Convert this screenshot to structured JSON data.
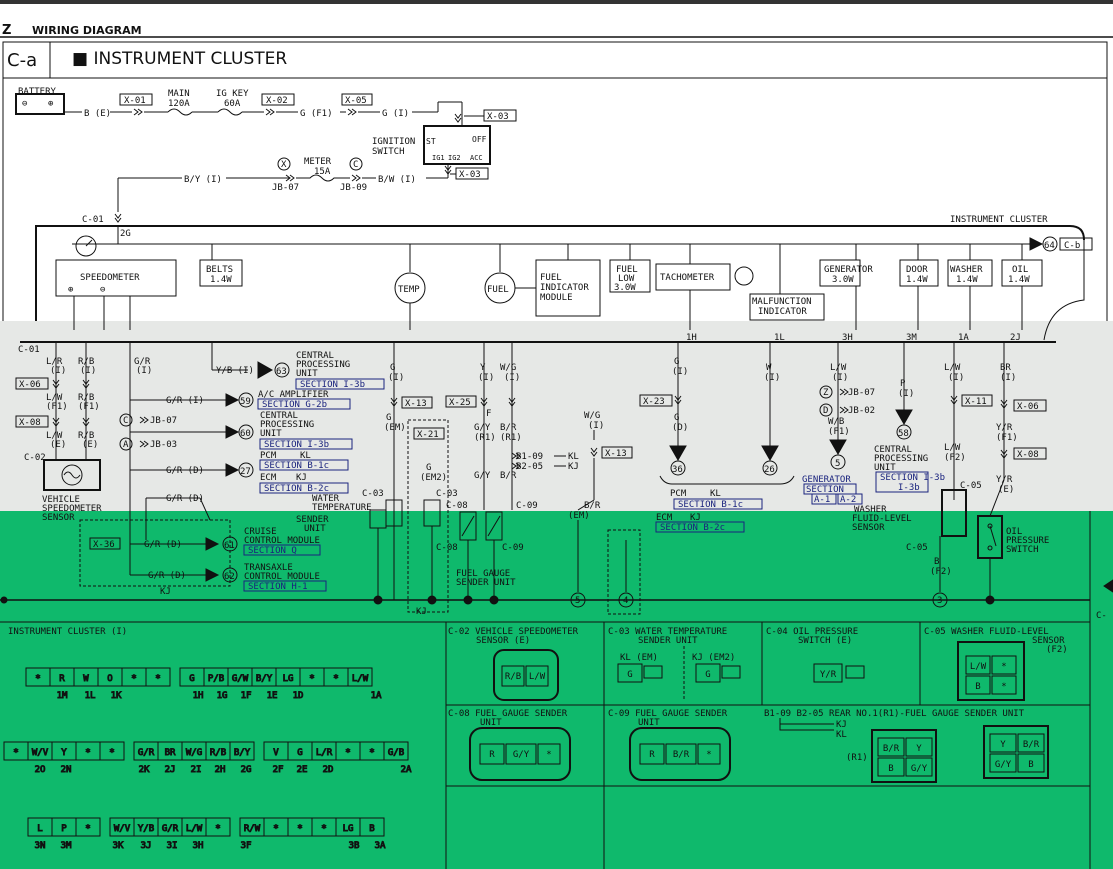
{
  "header": {
    "letter": "Z",
    "title": "WIRING DIAGRAM",
    "section_code": "C-a",
    "section_title": "■ INSTRUMENT CLUSTER"
  },
  "power": {
    "battery": "BATTERY",
    "b_e": "B (E)",
    "x01": "X-01",
    "main": "MAIN",
    "main_val": "120A",
    "igkey": "IG KEY",
    "igkey_val": "60A",
    "x02": "X-02",
    "g_f1": "G (F1)",
    "x05": "X-05",
    "g_i": "G (I)",
    "x03a": "X-03",
    "ign1": "IGNITION",
    "ign2": "SWITCH",
    "st": "ST",
    "off": "OFF",
    "ig1": "IG1",
    "ig2": "IG2",
    "acc": "ACC",
    "x03b": "X-03",
    "by_i": "B/Y (I)",
    "bw_i": "B/W (I)",
    "x_circle": "X",
    "c_circle": "C",
    "meter": "METER",
    "meter_val": "15A",
    "jb07": "JB-07",
    "jb09": "JB-09"
  },
  "cluster": {
    "c01": "C-01",
    "p2g": "2G",
    "label": "INSTRUMENT CLUSTER",
    "n64": "64",
    "cb": "C-b",
    "speedo": "SPEEDOMETER",
    "belts": "BELTS",
    "belts_w": "1.4W",
    "temp": "TEMP",
    "fuel": "FUEL",
    "fim1": "FUEL",
    "fim2": "INDICATOR",
    "fim3": "MODULE",
    "fl1": "FUEL",
    "fl2": "LOW",
    "fl3": "3.0W",
    "tacho": "TACHOMETER",
    "mal1": "MALFUNCTION",
    "mal2": "INDICATOR",
    "gen": "GENERATOR",
    "gen_w": "3.0W",
    "door": "DOOR",
    "door_w": "1.4W",
    "washer": "WASHER",
    "washer_w": "1.4W",
    "oil": "OIL",
    "oil_w": "1.4W",
    "p1h": "1H",
    "p1l": "1L",
    "p3h": "3H",
    "p3m": "3M",
    "p1a": "1A",
    "p2j": "2J"
  },
  "mid": {
    "c01": "C-01",
    "lr_i": "L/R",
    "lr_i2": "(I)",
    "rb_i": "R/B",
    "rb_i2": "(I)",
    "x06a": "X-06",
    "lw_f1": "L/W",
    "lw_f1b": "(F1)",
    "rb_f1": "R/B",
    "rb_f1b": "(F1)",
    "x08a": "X-08",
    "lw_e": "L/W",
    "lw_eb": "(E)",
    "rb_e": "R/B",
    "rb_eb": "(E)",
    "c02": "C-02",
    "vss1": "VEHICLE",
    "vss2": "SPEEDOMETER",
    "vss3": "SENSOR",
    "gr_i": "G/R",
    "gr_i2": "(I)",
    "gr_i3": "G/R (I)",
    "n59": "59",
    "ac1": "A/C AMPLIFIER",
    "ac2": "SECTION G-2b",
    "c_c": "C",
    "jb07": "JB-07",
    "a_c": "A",
    "jb03": "JB-03",
    "n60": "60",
    "cpu1": "CENTRAL",
    "cpu2": "PROCESSING",
    "cpu3": "UNIT",
    "cpu4": "SECTION I-3b",
    "gr_d": "G/R (D)",
    "n27": "27",
    "pcm": "PCM",
    "kl": "KL",
    "secb1c": "SECTION B-1c",
    "ecm": "ECM",
    "kj": "KJ",
    "secb2c": "SECTION B-2c",
    "gr_d2": "G/R (D)",
    "x36": "X-36",
    "gr_d3": "G/R (D)",
    "n61": "61",
    "cc1": "CRUISE",
    "cc2": "CONTROL MODULE",
    "cc3": "SECTION Q",
    "gr_d4": "G/R (D)",
    "n62": "62",
    "tx1": "TRANSAXLE",
    "tx2": "CONTROL MODULE",
    "tx3": "SECTION H-1",
    "kj2": "KJ",
    "yb_i": "Y/B (I)",
    "n63": "63",
    "cpu5": "CENTRAL",
    "cpu6": "PROCESSING",
    "cpu7": "UNIT",
    "cpu8": "SECTION I-3b",
    "g_i": "G",
    "g_i2": "(I)",
    "x13a": "X-13",
    "g_em": "G",
    "g_em2": "(EM)",
    "x21": "X-21",
    "g_em3": "G",
    "g_em4": "(EM2)",
    "c03a": "C-03",
    "c03b": "C-03",
    "wt1": "WATER",
    "wt2": "TEMPERATURE",
    "wt3": "SENDER",
    "wt4": "UNIT",
    "kj3": "KJ",
    "y_i": "Y",
    "y_i2": "(I)",
    "x25": "X-25",
    "f": "F",
    "gy_r1": "G/Y",
    "gy_r1b": "(R1)",
    "wg_i": "W/G",
    "wg_i2": "(I)",
    "br_r1": "B/R",
    "br_r1b": "(R1)",
    "b109": "B1-09",
    "b205": "B2-05",
    "kl2": "KL",
    "kj4": "KJ",
    "x13b": "X-13",
    "gy": "G/Y",
    "br": "B/R",
    "c08a": "C-08",
    "c09a": "C-09",
    "c08b": "C-08",
    "c09b": "C-09",
    "fg1": "FUEL GAUGE",
    "fg2": "SENDER UNIT",
    "wg_i3": "W/G",
    "wg_i4": "(I)",
    "br_em": "B/R",
    "br_em2": "(EM)",
    "n5a": "5",
    "n4": "4",
    "x23": "X-23",
    "g_i3": "G",
    "g_i4": "(I)",
    "g_d": "G",
    "g_d2": "(D)",
    "n36": "36",
    "w_i": "W",
    "w_i2": "(I)",
    "n26": "26",
    "pcm2": "PCM",
    "kl3": "KL",
    "secb1c2": "SECTION B-1c",
    "ecm2": "ECM",
    "kj5": "KJ",
    "secb2c2": "SECTION B-2c",
    "lw_i": "L/W",
    "lw_i2": "(I)",
    "z_c": "Z",
    "jb07b": "JB-07",
    "d_c": "D",
    "jb02": "JB-02",
    "wb_f1": "W/B",
    "wb_f1b": "(F1)",
    "n5b": "5",
    "gen1": "GENERATOR",
    "gen2": "SECTION",
    "gen3": "A-1",
    "gen4": "A-2",
    "p_i": "P",
    "p_i2": "(I)",
    "n58": "58",
    "cpu9": "CENTRAL",
    "cpu10": "PROCESSING",
    "cpu11": "UNIT",
    "cpu12": "I-3b",
    "lw_i3": "L/W",
    "lw_i4": "(I)",
    "x11": "X-11",
    "lw_f2": "L/W",
    "lw_f2b": "(F2)",
    "c05": "C-05",
    "br_i": "BR",
    "br_i2": "(I)",
    "x06b": "X-06",
    "yr_f1": "Y/R",
    "yr_f1b": "(F1)",
    "x08b": "X-08",
    "yr_e": "Y/R",
    "yr_eb": "(E)",
    "wf1": "WASHER",
    "wf2": "FLUID-LEVEL",
    "wf3": "SENSOR",
    "c05b": "C-05",
    "b_f2": "B",
    "b_f2b": "(F2)",
    "n3": "3",
    "ops1": "OIL",
    "ops2": "PRESSURE",
    "ops3": "SWITCH"
  },
  "conn": {
    "ic_title": "INSTRUMENT CLUSTER (I)",
    "row1": [
      "*",
      "R",
      "W",
      "O",
      "*",
      "*",
      "G",
      "P/B",
      "G/W",
      "B/Y",
      "LG",
      "*",
      "*",
      "L/W"
    ],
    "row1_labels": [
      "1M",
      "1L",
      "1K",
      "1H",
      "1G",
      "1F",
      "1E",
      "1D",
      "1A"
    ],
    "row2": [
      "*",
      "W/V",
      "Y",
      "*",
      "*",
      "G/R",
      "BR",
      "W/G",
      "R/B",
      "B/Y",
      "V",
      "G",
      "L/R",
      "*",
      "*",
      "G/B"
    ],
    "row2_labels": [
      "2O",
      "2N",
      "2K",
      "2J",
      "2I",
      "2H",
      "2G",
      "2F",
      "2E",
      "2D",
      "2A"
    ],
    "row3": [
      "L",
      "P",
      "*",
      "W/V",
      "Y/B",
      "G/R",
      "L/W",
      "*",
      "R/W",
      "*",
      "*",
      "*",
      "LG",
      "B"
    ],
    "row3_labels": [
      "3N",
      "3M",
      "3K",
      "3J",
      "3I",
      "3H",
      "3F",
      "3B",
      "3A"
    ],
    "c02_t": "C-02 VEHICLE SPEEDOMETER",
    "c02_t2": "SENSOR (E)",
    "c02_p": [
      "R/B",
      "L/W"
    ],
    "c03_t": "C-03 WATER TEMPERATURE",
    "c03_t2": "SENDER UNIT",
    "c03_kl": "KL (EM)",
    "c03_kj": "KJ (EM2)",
    "c03_g1": "G",
    "c03_g2": "G",
    "c04_t": "C-04 OIL PRESSURE",
    "c04_t2": "SWITCH (E)",
    "c04_p": "Y/R",
    "c05_t": "C-05 WASHER FLUID-LEVEL",
    "c05_t2": "SENSOR",
    "c05_t3": "(F2)",
    "c05_p": [
      "L/W",
      "*",
      "B",
      "*"
    ],
    "c08_t": "C-08 FUEL GAUGE SENDER",
    "c08_t2": "UNIT",
    "c08_p": [
      "R",
      "G/Y",
      "*"
    ],
    "c09_t": "C-09 FUEL GAUGE SENDER",
    "c09_t2": "UNIT",
    "c09_p": [
      "R",
      "B/R",
      "*"
    ],
    "b1_t": "B1-09 B2-05 REAR NO.1(R1)-FUEL GAUGE SENDER UNIT",
    "b1_kj": "KJ",
    "b1_kl": "KL",
    "b1_r1": "(R1)",
    "b1_p": [
      "B/R",
      "Y",
      "B",
      "G/Y"
    ],
    "b1_p2": [
      "Y",
      "B/R",
      "G/Y",
      "B"
    ],
    "c_edge": "C-"
  }
}
